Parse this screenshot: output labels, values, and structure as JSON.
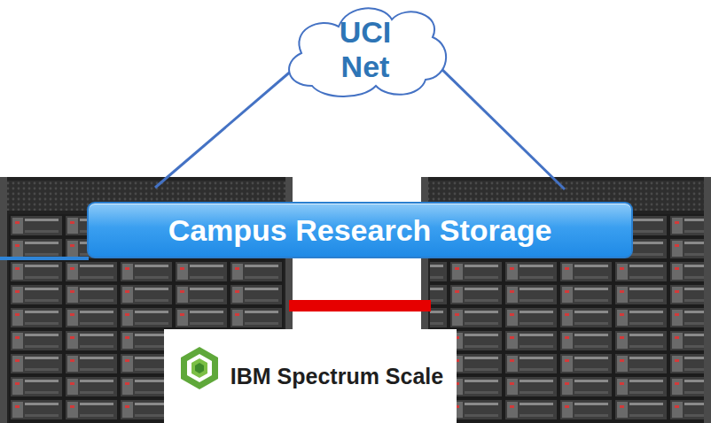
{
  "diagram": {
    "nodes": [
      {
        "text": [
          "UCI Net"
        ]
      },
      {
        "text": [
          "Campus Research Storage"
        ]
      },
      {
        "text": [
          "IBM Spectrum Scale"
        ]
      }
    ]
  }
}
